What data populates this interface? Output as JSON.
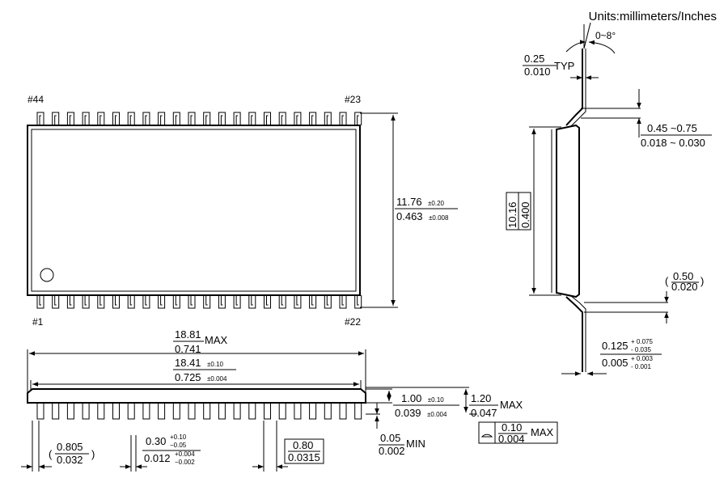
{
  "units": "Units:millimeters/Inches",
  "top_view": {
    "pin_top_left": "#44",
    "pin_top_right": "#23",
    "pin_bottom_left": "#1",
    "pin_bottom_right": "#22",
    "pins_per_side": 22,
    "width_mm": "11.76",
    "width_mm_tol": "±0.20",
    "width_in": "0.463",
    "width_in_tol": "±0.008"
  },
  "side_view": {
    "angle": "0~8°",
    "lead_thickness_mm": "0.25",
    "lead_thickness_in": "0.010",
    "lead_thickness_suffix": "TYP",
    "foot_mm": "0.45 ~0.75",
    "foot_in": "0.018 ~ 0.030",
    "body_width_mm": "10.16",
    "body_width_in": "0.400",
    "gauge_open": "(",
    "gauge_mm": "0.50",
    "gauge_in": "0.020",
    "gauge_close": ")",
    "lead_t_mm": "0.125",
    "lead_t_mm_plus": "+ 0.075",
    "lead_t_mm_minus": "- 0.035",
    "lead_t_in": "0.005",
    "lead_t_in_plus": "+ 0.003",
    "lead_t_in_minus": "- 0.001"
  },
  "front_view": {
    "overall_mm": "18.81",
    "overall_in": "0.741",
    "overall_suffix": "MAX",
    "body_mm": "18.41",
    "body_mm_tol": "±0.10",
    "body_in": "0.725",
    "body_in_tol": "±0.004",
    "height_mm": "1.00",
    "height_mm_tol": "±0.10",
    "height_in": "0.039",
    "height_in_tol": "±0.004",
    "max_height_mm": "1.20",
    "max_height_in": "0.047",
    "max_height_suffix": "MAX",
    "standoff_mm": "0.05",
    "standoff_in": "0.002",
    "standoff_suffix": "MIN",
    "end_open": "(",
    "end_mm": "0.805",
    "end_in": "0.032",
    "end_close": ")",
    "lead_w_mm": "0.30",
    "lead_w_mm_plus": "+0.10",
    "lead_w_mm_minus": "−0.05",
    "lead_w_in": "0.012",
    "lead_w_in_plus": "+0.004",
    "lead_w_in_minus": "−0.002",
    "pitch_mm": "0.80",
    "pitch_in": "0.0315",
    "flatness_mm": "0.10",
    "flatness_in": "0.004",
    "flatness_suffix": "MAX"
  }
}
